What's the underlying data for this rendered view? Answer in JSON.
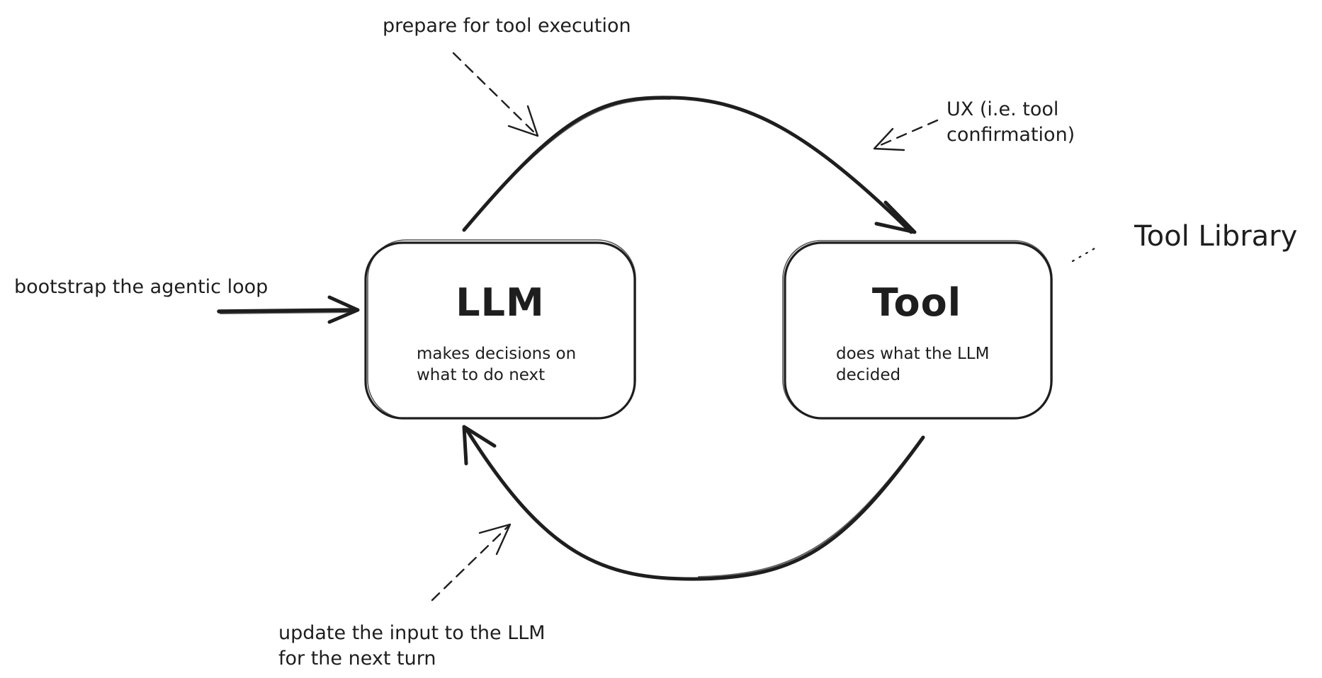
{
  "diagram": {
    "nodes": {
      "llm": {
        "title": "LLM",
        "description_line1": "makes decisions on",
        "description_line2": "what to do next"
      },
      "tool": {
        "title": "Tool",
        "description_line1": "does what the LLM",
        "description_line2": "decided"
      }
    },
    "annotations": {
      "prepare": "prepare for tool execution",
      "ux_line1": "UX (i.e. tool",
      "ux_line2": "confirmation)",
      "tool_library": "Tool Library",
      "bootstrap": "bootstrap the agentic loop",
      "update_line1": "update the input to the LLM",
      "update_line2": "for the next turn"
    },
    "colors": {
      "stroke": "#1e1e1e",
      "background": "#ffffff"
    }
  }
}
